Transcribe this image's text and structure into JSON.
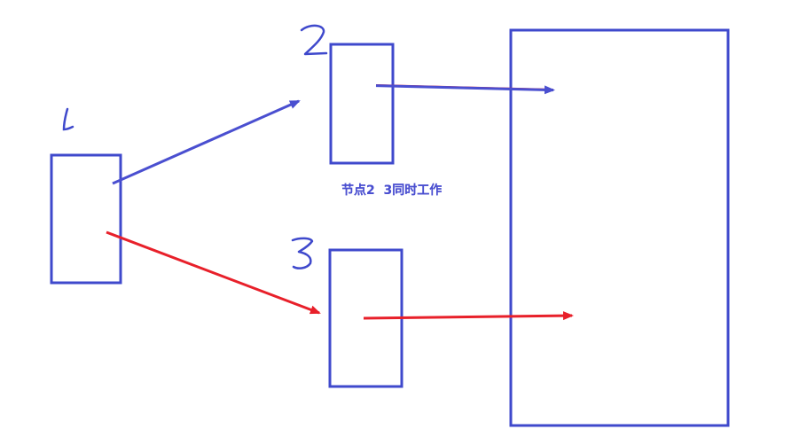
{
  "nodes": [
    {
      "id": "node-1",
      "label": "1"
    },
    {
      "id": "node-2",
      "label": "2"
    },
    {
      "id": "node-3",
      "label": "3"
    },
    {
      "id": "target",
      "label": ""
    }
  ],
  "edges": [
    {
      "id": "edge-1-2",
      "from": "node-1",
      "to": "node-2",
      "color": "#4a4fd0"
    },
    {
      "id": "edge-1-3",
      "from": "node-1",
      "to": "node-3",
      "color": "#e8202a"
    },
    {
      "id": "edge-2-target",
      "from": "node-2",
      "to": "target",
      "color": "#4a4fd0"
    },
    {
      "id": "edge-3-target",
      "from": "node-3",
      "to": "target",
      "color": "#e8202a"
    }
  ],
  "caption": "节点2  3同时工作",
  "colors": {
    "box": "#3f49cc",
    "blue_arrow": "#4a4fd0",
    "red_arrow": "#e8202a",
    "caption": "#4a4fd0"
  }
}
